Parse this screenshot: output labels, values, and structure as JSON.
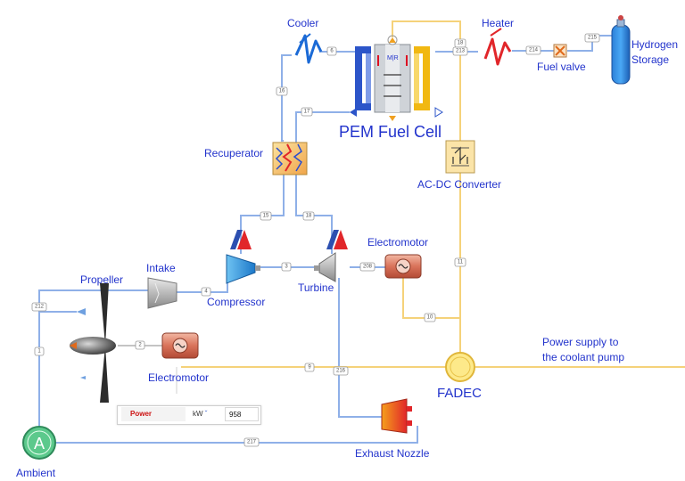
{
  "labels": {
    "cooler": "Cooler",
    "heater": "Heater",
    "hydrogen_storage_l1": "Hydrogen",
    "hydrogen_storage_l2": "Storage",
    "fuel_valve": "Fuel valve",
    "pem_fuel_cell": "PEM Fuel Cell",
    "recuperator": "Recuperator",
    "acdc_converter": "AC-DC Converter",
    "electromotor_top": "Electromotor",
    "intake": "Intake",
    "propeller": "Propeller",
    "compressor": "Compressor",
    "turbine": "Turbine",
    "power_supply_l1": "Power supply to",
    "power_supply_l2": "the coolant pump",
    "fadec": "FADEC",
    "electromotor_bottom": "Electromotor",
    "exhaust_nozzle": "Exhaust Nozzle",
    "ambient": "Ambient",
    "ambient_symbol": "A",
    "fuel_cell_symbol": "M|R"
  },
  "stream_tags": {
    "s6": "6",
    "s16": "16",
    "s17": "17",
    "s18_top": "18",
    "s213": "213",
    "s214": "214",
    "s215": "215",
    "s15": "15",
    "s18": "18",
    "s3": "3",
    "s208": "208",
    "s4": "4",
    "s11": "11",
    "s10": "10",
    "s212": "212",
    "s1": "1",
    "s2": "2",
    "s9": "9",
    "s216": "216",
    "s217": "217"
  },
  "power_panel": {
    "name": "Power",
    "unit": "kW",
    "unit_caret": "ˇ",
    "value": "958"
  },
  "colors": {
    "air_line": "#8fb0e8",
    "electric_line": "#f5d27a",
    "label_blue": "#2233cc",
    "fadec_fill": "#fde98a",
    "ambient_fill": "#5cc98c"
  }
}
